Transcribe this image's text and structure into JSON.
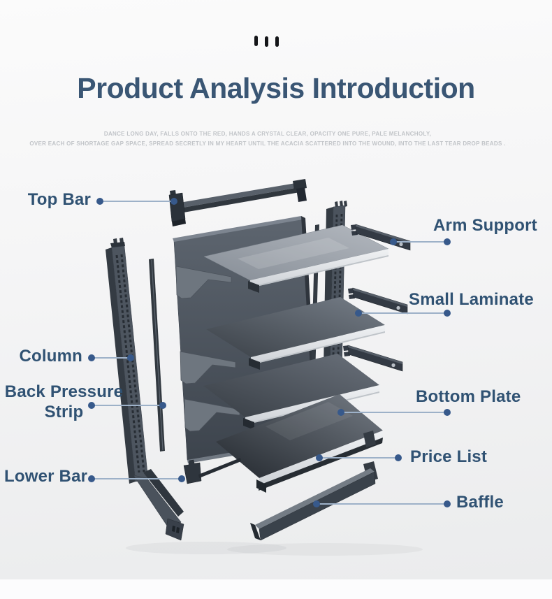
{
  "page": {
    "title": "Product Analysis Introduction",
    "tagline_line_1": "DANCE LONG DAY, FALLS ONTO THE RED, HANDS A CRYSTAL CLEAR, OPACITY ONE PURE, PALE MELANCHOLY,",
    "tagline_line_2": "OVER EACH OF SHORTAGE GAP SPACE, SPREAD SECRETLY IN MY HEART UNTIL THE ACACIA SCATTERED INTO THE WOUND,  INTO THE LAST TEAR DROP BEADS ."
  },
  "brand": {
    "mark_icon": "three-vertical-bars-icon"
  },
  "colors": {
    "title_text": "#3a5674",
    "label_text": "#305273",
    "leader_line": "#9db1c8",
    "leader_dot": "#37598b",
    "tagline_text": "#c1c4c8",
    "shelf_dark": "#3a424b",
    "shelf_light": "#9aa0a9",
    "shelf_edge_white": "#e6e9ec"
  },
  "diagram": {
    "labels": {
      "top_bar": "Top Bar",
      "arm_support": "Arm Support",
      "small_laminate": "Small Laminate",
      "column": "Column",
      "back_pressure_strip": "Back Pressure Strip",
      "bottom_plate": "Bottom Plate",
      "price_list": "Price List",
      "lower_bar": "Lower Bar",
      "baffle": "Baffle"
    }
  }
}
